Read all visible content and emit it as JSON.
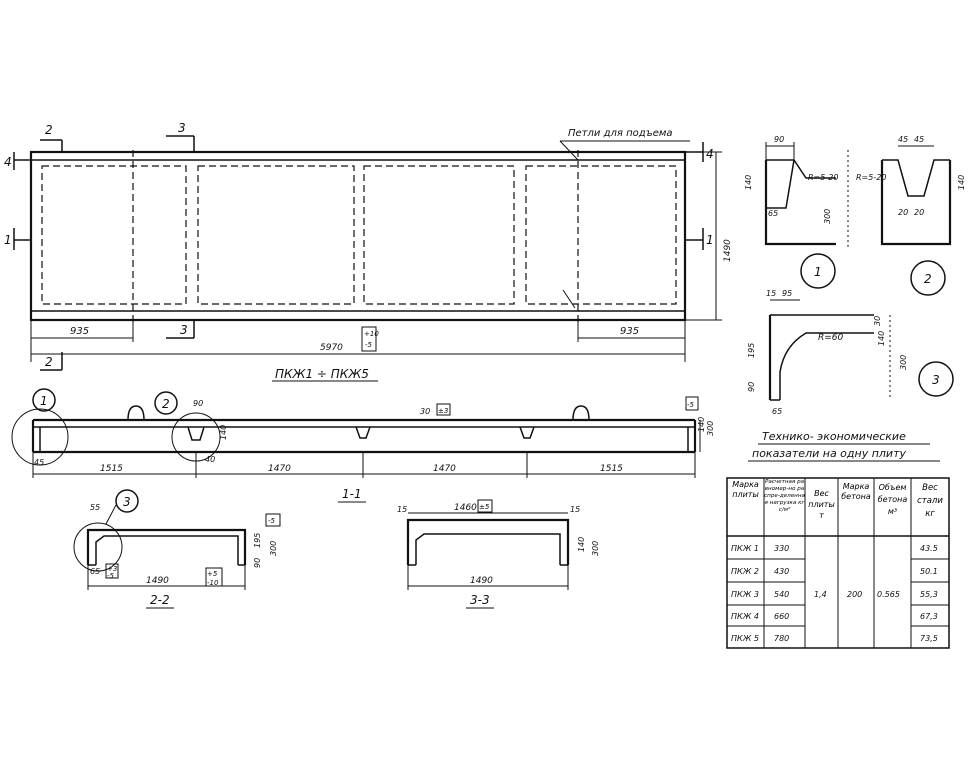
{
  "plan": {
    "section_marks": [
      "2",
      "3",
      "4",
      "1"
    ],
    "lifting_loops_label": "Петли для подъема",
    "dim_left": "935",
    "dim_right": "935",
    "dim_total": "5970",
    "dim_width": "1490",
    "tol_total": [
      "+10",
      "-5"
    ],
    "title": "ПКЖ1 ÷ ПКЖ5"
  },
  "section_1_1": {
    "callouts": [
      "1",
      "2"
    ],
    "dim_rib_top": "90",
    "dim_rib_bottom": "40",
    "dim_rib_height": "140",
    "dim_slab": "30",
    "tol_slab": "±3",
    "dim_height_small": "140",
    "dim_height": "300",
    "tol_height": "-5",
    "dim_edge": "45",
    "spans": [
      "1515",
      "1470",
      "1470",
      "1515"
    ],
    "title": "1-1"
  },
  "section_2_2": {
    "callout": "3",
    "dim_top": "55",
    "dim_bottom": "65",
    "dim_height_a": "195",
    "dim_height_b": "90",
    "dim_height": "300",
    "dim_width": "1490",
    "tol_a": [
      "+3",
      "-5"
    ],
    "tol_b": [
      "+5",
      "-10"
    ],
    "tol_height": "-5",
    "title": "2-2"
  },
  "section_3_3": {
    "dim_edge_left": "15",
    "dim_edge_right": "15",
    "dim_inner": "1460",
    "tol_inner": "±5",
    "dim_width": "1490",
    "dim_height": "300",
    "dim_height_small": "140",
    "title": "3-3"
  },
  "detail_1": {
    "label": "1",
    "dim_top": "90",
    "dim_height": "140",
    "dim_depth": "300",
    "dim_bottom": "65",
    "radius": "R=5-20"
  },
  "detail_2": {
    "label": "2",
    "dim_top": [
      "45",
      "45"
    ],
    "dim_height": "140",
    "dim_bottom": [
      "20",
      "20"
    ],
    "radius": "R=5-20"
  },
  "detail_3": {
    "label": "3",
    "dim_top": [
      "15",
      "95"
    ],
    "dim_a": "195",
    "dim_b": "90",
    "dim_c": "30",
    "dim_d": "140",
    "dim_depth": "300",
    "dim_bottom": "65",
    "radius": "R=60"
  },
  "table": {
    "title_line1": "Технико- экономические",
    "title_line2": "показатели на одну плиту",
    "headers": {
      "mark": "Марка плиты",
      "load": "Расчетная равномер-но распре-деленная нагрузка кгс/м²",
      "weight": "Вес плиты т",
      "concrete": "Марка бетона",
      "volume": "Объем бетона м³",
      "steel": "Вес стали кг"
    },
    "rows": [
      {
        "mark": "ПКЖ 1",
        "load": "330",
        "steel": "43.5"
      },
      {
        "mark": "ПКЖ 2",
        "load": "430",
        "steel": "50.1"
      },
      {
        "mark": "ПКЖ 3",
        "load": "540",
        "steel": "55,3"
      },
      {
        "mark": "ПКЖ 4",
        "load": "660",
        "steel": "67,3"
      },
      {
        "mark": "ПКЖ 5",
        "load": "780",
        "steel": "73,5"
      }
    ],
    "weight": "1,4",
    "concrete": "200",
    "volume": "0.565"
  }
}
